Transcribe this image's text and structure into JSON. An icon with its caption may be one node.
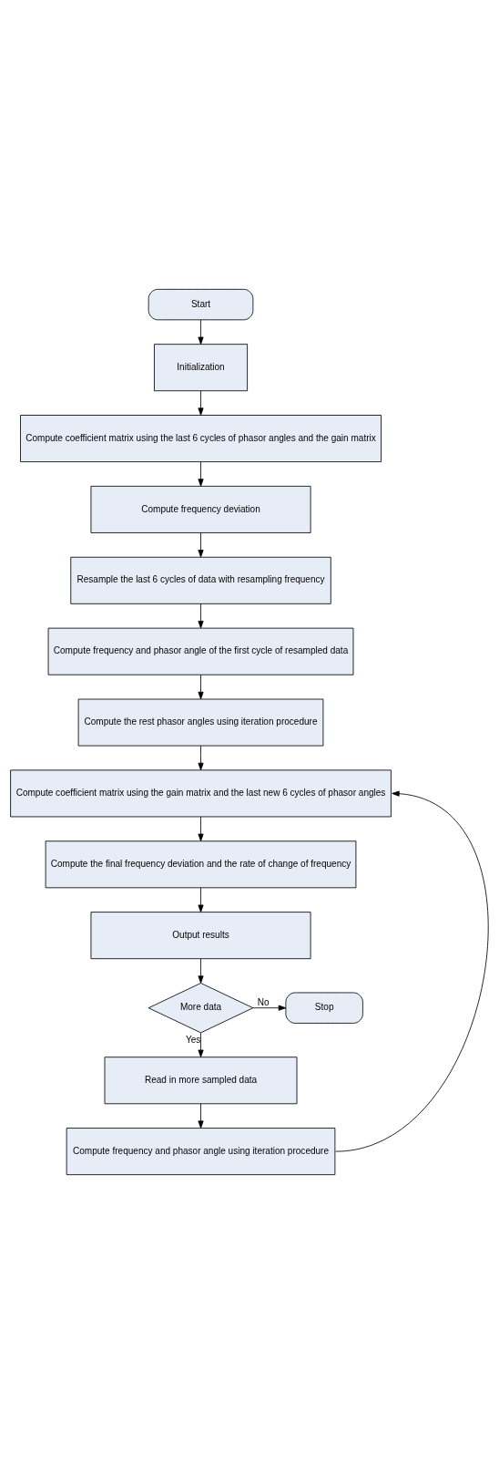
{
  "diagram": {
    "nodes": [
      {
        "text": [
          "Start"
        ]
      },
      {
        "text": [
          "Initialization"
        ]
      },
      {
        "text": [
          "Compute coefficient matrix using the last 6 cycles of phasor angles and the gain matrix"
        ]
      },
      {
        "text": [
          "Compute frequency deviation"
        ]
      },
      {
        "text": [
          "Resample the last 6 cycles of data with resampling frequency"
        ]
      },
      {
        "text": [
          "Compute frequency and phasor angle of the first cycle of resampled data"
        ]
      },
      {
        "text": [
          "Compute the rest phasor angles using iteration procedure"
        ]
      },
      {
        "text": [
          "Compute coefficient matrix using the gain matrix and the last new 6 cycles of phasor angles"
        ]
      },
      {
        "text": [
          "Compute the final frequency deviation and the rate of change of frequency"
        ]
      },
      {
        "text": [
          "Output results"
        ]
      },
      {
        "text": [
          "More data"
        ]
      },
      {
        "text": [
          "Stop"
        ]
      },
      {
        "text": [
          "Read in more sampled data"
        ]
      },
      {
        "text": [
          "Compute frequency and phasor angle using iteration procedure"
        ]
      }
    ],
    "edges": [
      {
        "from": 0,
        "to": 1,
        "arrow": "to"
      },
      {
        "from": 1,
        "to": 2,
        "arrow": "to"
      },
      {
        "from": 2,
        "to": 3,
        "arrow": "to"
      },
      {
        "from": 3,
        "to": 4,
        "arrow": "to"
      },
      {
        "from": 4,
        "to": 5,
        "arrow": "to"
      },
      {
        "from": 5,
        "to": 6,
        "arrow": "to"
      },
      {
        "from": 6,
        "to": 7,
        "arrow": "to"
      },
      {
        "from": 7,
        "to": 8,
        "arrow": "to"
      },
      {
        "from": 8,
        "to": 9,
        "arrow": "to"
      },
      {
        "from": 9,
        "to": 10,
        "arrow": "to"
      },
      {
        "from": 10,
        "to": 11,
        "label": "No",
        "arrow": "to"
      },
      {
        "from": 10,
        "to": 12,
        "label": "Yes",
        "arrow": "to"
      },
      {
        "from": 12,
        "to": 13,
        "arrow": "to"
      },
      {
        "from": 13,
        "to": 7,
        "arrow": "to"
      }
    ]
  }
}
